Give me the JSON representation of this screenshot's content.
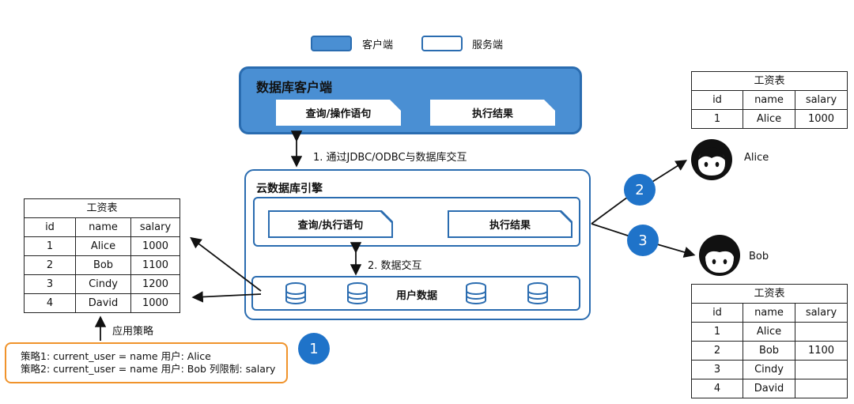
{
  "legend": {
    "client_label": "客户端",
    "server_label": "服务端",
    "client_color": "#4a8fd3",
    "server_color": "#2a6cb0"
  },
  "client": {
    "title": "数据库客户端",
    "query_tab": "查询/操作语句",
    "result_tab": "执行结果"
  },
  "connection_label": "1.  通过JDBC/ODBC与数据库交互",
  "engine": {
    "title": "云数据库引擎",
    "query_tab": "查询/执行语句",
    "result_tab": "执行结果",
    "exchange_label": "2.  数据交互",
    "user_data_label": "用户数据"
  },
  "left_table": {
    "caption": "工资表",
    "headers": [
      "id",
      "name",
      "salary"
    ],
    "rows": [
      [
        "1",
        "Alice",
        "1000"
      ],
      [
        "2",
        "Bob",
        "1100"
      ],
      [
        "3",
        "Cindy",
        "1200"
      ],
      [
        "4",
        "David",
        "1000"
      ]
    ]
  },
  "apply_policy_label": "应用策略",
  "policy": {
    "line1": "策略1:  current_user = name 用户: Alice",
    "line2": "策略2:  current_user = name 用户: Bob 列限制: salary"
  },
  "steps": [
    "1",
    "2",
    "3"
  ],
  "alice": {
    "name": "Alice",
    "table": {
      "caption": "工资表",
      "headers": [
        "id",
        "name",
        "salary"
      ],
      "rows": [
        [
          "1",
          "Alice",
          "1000"
        ]
      ]
    }
  },
  "bob": {
    "name": "Bob",
    "table": {
      "caption": "工资表",
      "headers": [
        "id",
        "name",
        "salary"
      ],
      "rows": [
        [
          "1",
          "Alice",
          ""
        ],
        [
          "2",
          "Bob",
          "1100"
        ],
        [
          "3",
          "Cindy",
          ""
        ],
        [
          "4",
          "David",
          ""
        ]
      ]
    }
  }
}
